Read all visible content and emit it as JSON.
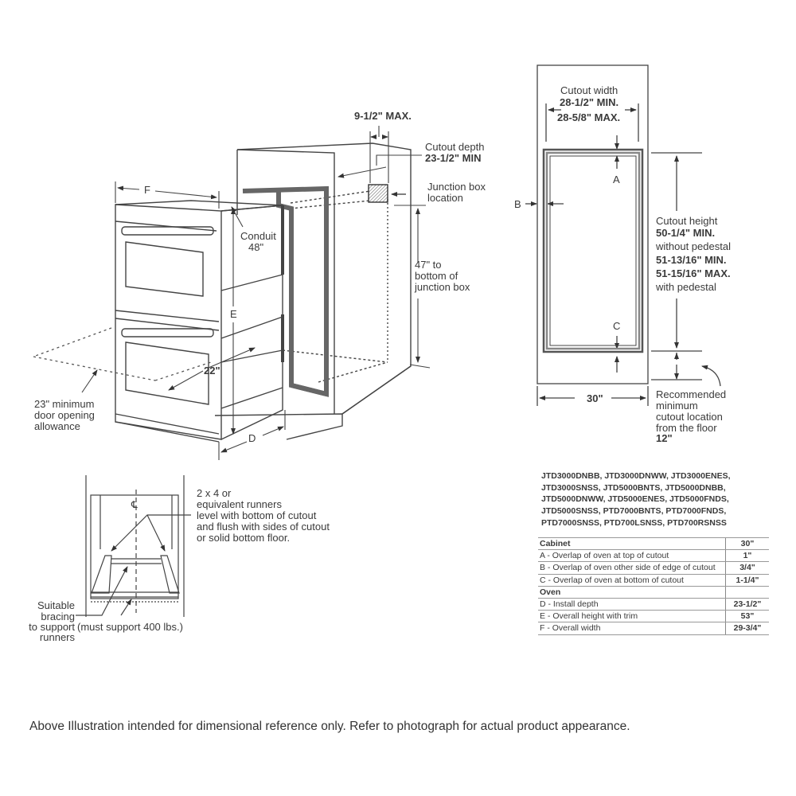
{
  "perspective_view": {
    "labels": {
      "depth_max": "9-1/2\" MAX.",
      "cutout_depth_title": "Cutout depth",
      "cutout_depth_value": "23-1/2\" MIN",
      "junction_box_line1": "Junction box",
      "junction_box_line2": "location",
      "junction_height_line1": "47\" to",
      "junction_height_line2": "bottom of",
      "junction_height_line3": "junction box",
      "conduit_title": "Conduit",
      "conduit_value": "48\"",
      "dim_f": "F",
      "dim_e": "E",
      "dim_d": "D",
      "door_depth": "22\"",
      "door_allowance_line1": "23\" minimum",
      "door_allowance_line2": "door opening",
      "door_allowance_line3": "allowance"
    }
  },
  "front_view": {
    "labels": {
      "cutout_width_title": "Cutout width",
      "cutout_width_min": "28-1/2\" MIN.",
      "cutout_width_max": "28-5/8\" MAX.",
      "dim_a": "A",
      "dim_b": "B",
      "dim_c": "C",
      "cutout_height_title": "Cutout height",
      "cutout_height_min_no_pedestal": "50-1/4\" MIN.",
      "without_pedestal": "without pedestal",
      "cutout_height_min_pedestal": "51-13/16\" MIN.",
      "cutout_height_max_pedestal": "51-15/16\" MAX.",
      "with_pedestal": "with pedestal",
      "cabinet_width": "30\"",
      "floor_line1": "Recommended",
      "floor_line2": "minimum",
      "floor_line3": "cutout location",
      "floor_line4": "from the floor",
      "floor_value": "12\""
    }
  },
  "support_view": {
    "labels": {
      "centerline": "℄",
      "runners_line1": "2 x 4 or",
      "runners_line2": "equivalent runners",
      "runners_line3": "level with bottom of cutout",
      "runners_line4": "and flush with sides of cutout",
      "runners_line5": "or solid bottom floor.",
      "bracing_line1": "Suitable",
      "bracing_line2": "bracing",
      "bracing_line3": "to support",
      "bracing_line4": "runners",
      "support_weight": "(must support 400 lbs.)"
    }
  },
  "models": [
    "JTD3000DNBB, JTD3000DNWW, JTD3000ENES,",
    "JTD3000SNSS, JTD5000BNTS, JTD5000DNBB,",
    "JTD5000DNWW, JTD5000ENES, JTD5000FNDS,",
    "JTD5000SNSS, PTD7000BNTS, PTD7000FNDS,",
    "PTD7000SNSS, PTD700LSNSS, PTD700RSNSS"
  ],
  "spec_table": {
    "rows": [
      {
        "label": "Cabinet",
        "value": "30\""
      },
      {
        "label": "A - Overlap of oven at top of cutout",
        "value": "1\""
      },
      {
        "label": "B - Overlap of oven other side of edge of cutout",
        "value": "3/4\""
      },
      {
        "label": "C - Overlap of oven at bottom of cutout",
        "value": "1-1/4\""
      },
      {
        "label": "Oven",
        "value": ""
      },
      {
        "label": "D - Install depth",
        "value": "23-1/2\""
      },
      {
        "label": "E - Overall height with trim",
        "value": "53\""
      },
      {
        "label": "F - Overall width",
        "value": "29-3/4\""
      }
    ]
  },
  "footer": {
    "disclaimer": "Above Illustration intended for dimensional reference only. Refer to photograph for actual product appearance."
  }
}
